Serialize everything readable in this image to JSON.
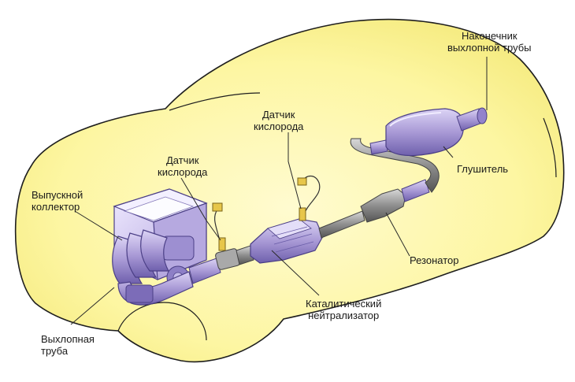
{
  "labels": {
    "tailpipe_tip": "Наконечник\nвыхлопной трубы",
    "oxygen_sensor_rear": "Датчик\nкислорода",
    "oxygen_sensor_front": "Датчик\nкислорода",
    "exhaust_manifold": "Выпускной\nколлектор",
    "muffler": "Глушитель",
    "resonator": "Резонатор",
    "catalytic_converter": "Каталитический\nнейтрализатор",
    "exhaust_pipe": "Выхлопная\nтруба"
  },
  "colors": {
    "car_glow": "#fdf7a6",
    "car_outline": "#1e1e1e",
    "part_fill": "#a99ad6",
    "part_shade": "#7c6cb8",
    "part_light": "#d8d0f2",
    "pipe_fill": "#8e8e8e",
    "leader_line": "#2a2a2a",
    "sensor_yellow": "#e7c64a"
  }
}
